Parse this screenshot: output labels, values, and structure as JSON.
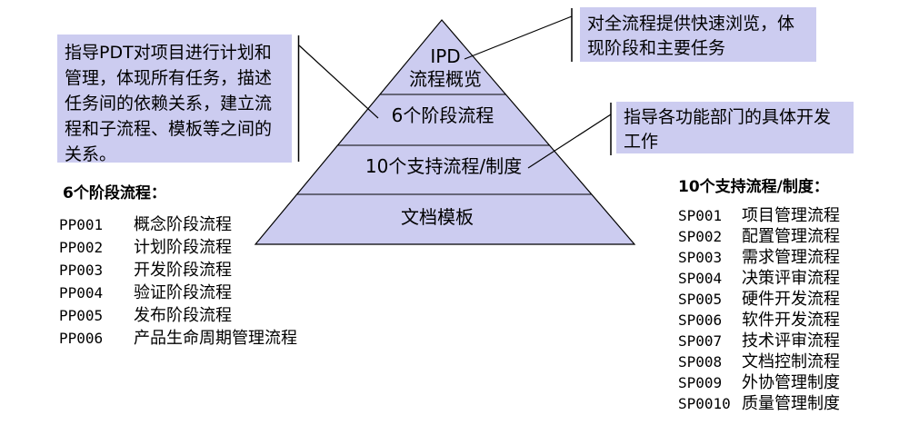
{
  "colors": {
    "shape_fill": "#ccccf0",
    "outline": "#000000",
    "background": "#ffffff",
    "text": "#000000"
  },
  "pyramid": {
    "top": {
      "line1": "IPD",
      "line2": "流程概览"
    },
    "level2": "6个阶段流程",
    "level3": "10个支持流程/制度",
    "level4": "文档模板"
  },
  "callouts": {
    "pdt": "指导PDT对项目进行计划和管理，体现所有任务，描述任务间的依赖关系，建立流程和子流程、模板等之间的关系。",
    "overview": "对全流程提供快速浏览，体现阶段和主要任务",
    "support": "指导各功能部门的具体开发工作"
  },
  "phase_list": {
    "title": "6个阶段流程：",
    "items": [
      {
        "code": "PP001",
        "name": "概念阶段流程"
      },
      {
        "code": "PP002",
        "name": "计划阶段流程"
      },
      {
        "code": "PP003",
        "name": "开发阶段流程"
      },
      {
        "code": "PP004",
        "name": "验证阶段流程"
      },
      {
        "code": "PP005",
        "name": "发布阶段流程"
      },
      {
        "code": "PP006",
        "name": "产品生命周期管理流程"
      }
    ]
  },
  "support_list": {
    "title": "10个支持流程/制度：",
    "items": [
      {
        "code": "SP001",
        "name": "项目管理流程"
      },
      {
        "code": "SP002",
        "name": "配置管理流程"
      },
      {
        "code": "SP003",
        "name": "需求管理流程"
      },
      {
        "code": "SP004",
        "name": "决策评审流程"
      },
      {
        "code": "SP005",
        "name": "硬件开发流程"
      },
      {
        "code": "SP006",
        "name": "软件开发流程"
      },
      {
        "code": "SP007",
        "name": "技术评审流程"
      },
      {
        "code": "SP008",
        "name": "文档控制流程"
      },
      {
        "code": "SP009",
        "name": "外协管理制度"
      },
      {
        "code": "SP0010",
        "name": "质量管理制度"
      }
    ]
  }
}
